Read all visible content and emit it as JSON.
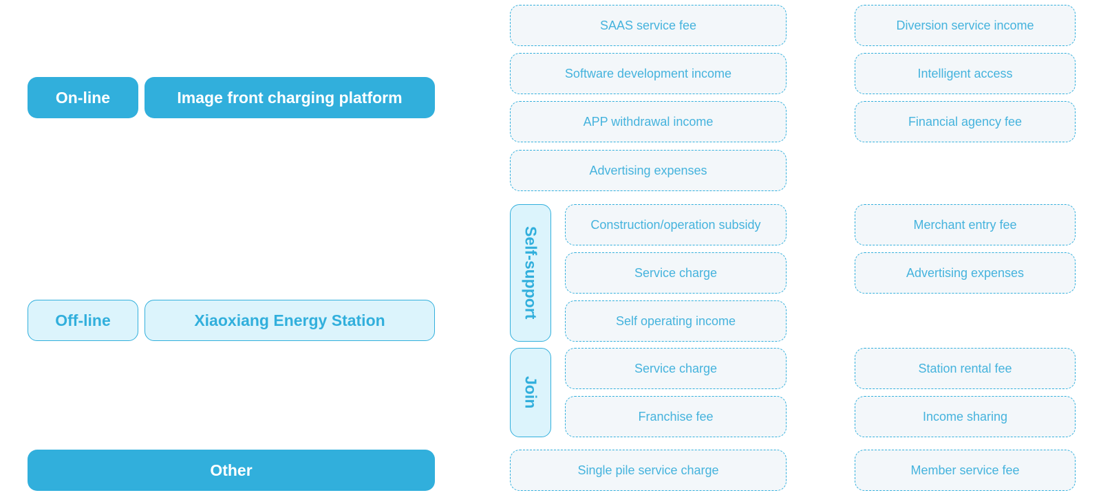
{
  "left": {
    "online_label": "On-line",
    "online_platform": "Image front charging platform",
    "offline_label": "Off-line",
    "offline_platform": "Xiaoxiang Energy Station",
    "other_label": "Other"
  },
  "online": {
    "col1": [
      "SAAS service fee",
      "Software development income",
      "APP withdrawal income",
      "Advertising expenses"
    ],
    "col2": [
      "Diversion service income",
      "Intelligent access",
      "Financial agency fee"
    ]
  },
  "self_support": {
    "label": "Self-support",
    "col1": [
      "Construction/operation subsidy",
      "Service charge",
      "Self operating income"
    ],
    "col2": [
      "Merchant entry fee",
      "Advertising expenses"
    ]
  },
  "join": {
    "label": "Join",
    "col1": [
      "Service charge",
      "Franchise fee"
    ],
    "col2": [
      "Station rental fee",
      "Income sharing"
    ]
  },
  "other": {
    "col1": "Single pile service charge",
    "col2": "Member service fee"
  },
  "colors": {
    "primary": "#31afdc",
    "light_fill": "#dcf4fc",
    "dash_fill": "#f3f7fa"
  }
}
